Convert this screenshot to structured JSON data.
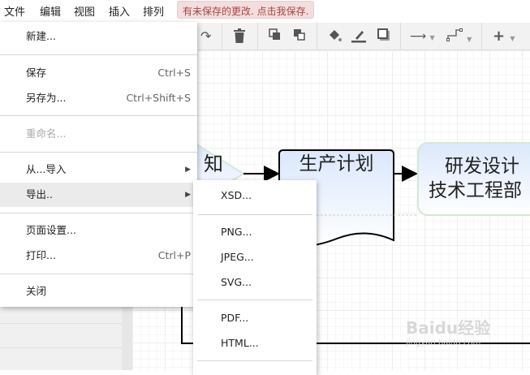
{
  "menubar": {
    "items": [
      "文件",
      "编辑",
      "视图",
      "插入",
      "排列"
    ],
    "unsaved_notice": "有未保存的更改. 点击我保存."
  },
  "toolbar": {
    "icons": [
      "redo-icon",
      "delete-icon",
      "to-front-icon",
      "to-back-icon",
      "fill-color-icon",
      "line-color-icon",
      "shadow-icon",
      "connection-arrow-icon",
      "waypoints-icon",
      "insert-plus-icon"
    ]
  },
  "file_menu": {
    "items": [
      {
        "label": "新建...",
        "shortcut": ""
      },
      {
        "label": "保存",
        "shortcut": "Ctrl+S"
      },
      {
        "label": "另存为...",
        "shortcut": "Ctrl+Shift+S"
      },
      {
        "label": "重命名...",
        "shortcut": "",
        "disabled": true
      },
      {
        "label": "从...导入",
        "submenu": true
      },
      {
        "label": "导出..",
        "submenu": true,
        "highlighted": true
      },
      {
        "label": "页面设置...",
        "shortcut": ""
      },
      {
        "label": "打印...",
        "shortcut": "Ctrl+P"
      },
      {
        "label": "关闭",
        "shortcut": ""
      }
    ]
  },
  "export_submenu": {
    "items": [
      "XSD...",
      "PNG...",
      "JPEG...",
      "SVG...",
      "PDF...",
      "HTML..."
    ]
  },
  "diagram": {
    "shape1": "知",
    "shape2": "生产计划",
    "shape3_line1": "研发设计",
    "shape3_line2": "技术工程部"
  },
  "watermark": {
    "logo": "Baidu经验",
    "url": "jingyan.baidu.com"
  },
  "colors": {
    "unsaved_bg": "#f2dede",
    "unsaved_text": "#a94442",
    "shape_fill_top": "#dae8fc",
    "menu_highlight": "#ebebeb"
  }
}
